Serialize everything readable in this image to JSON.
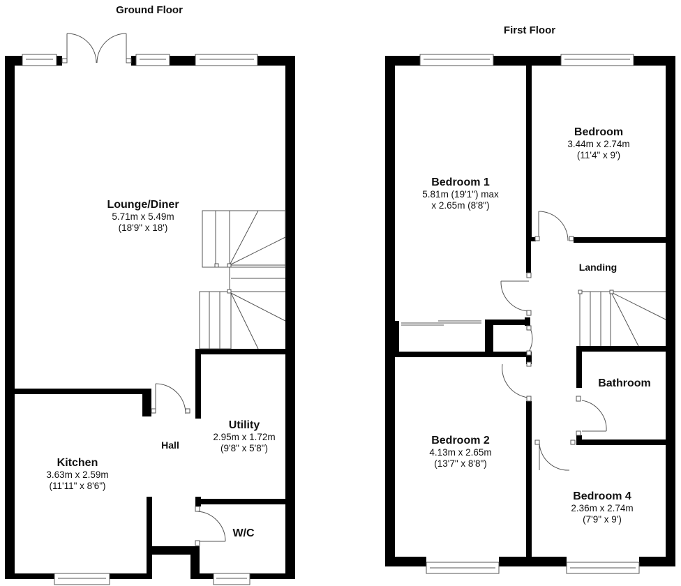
{
  "floors": [
    {
      "title": "Ground Floor",
      "rooms": [
        {
          "name": "Lounge/Diner",
          "dim1": "5.71m x 5.49m",
          "dim2": "(18'9\" x 18')"
        },
        {
          "name": "Utility",
          "dim1": "2.95m x 1.72m",
          "dim2": "(9'8\" x 5'8\")"
        },
        {
          "name": "Hall",
          "dim1": "",
          "dim2": ""
        },
        {
          "name": "Kitchen",
          "dim1": "3.63m x 2.59m",
          "dim2": "(11'11\" x 8'6\")"
        },
        {
          "name": "W/C",
          "dim1": "",
          "dim2": ""
        }
      ]
    },
    {
      "title": "First Floor",
      "rooms": [
        {
          "name": "Bedroom 1",
          "dim1": "5.81m (19'1\") max",
          "dim2": "x 2.65m (8'8\")"
        },
        {
          "name": "Bedroom",
          "dim1": "3.44m x 2.74m",
          "dim2": "(11'4\" x 9')"
        },
        {
          "name": "Landing",
          "dim1": "",
          "dim2": ""
        },
        {
          "name": "Bathroom",
          "dim1": "",
          "dim2": ""
        },
        {
          "name": "Bedroom 2",
          "dim1": "4.13m x 2.65m",
          "dim2": "(13'7\" x 8'8\")"
        },
        {
          "name": "Bedroom 4",
          "dim1": "2.36m x 2.74m",
          "dim2": "(7'9\" x 9')"
        }
      ]
    }
  ],
  "colors": {
    "wall": "#000000",
    "line": "#555555",
    "background": "#ffffff"
  }
}
